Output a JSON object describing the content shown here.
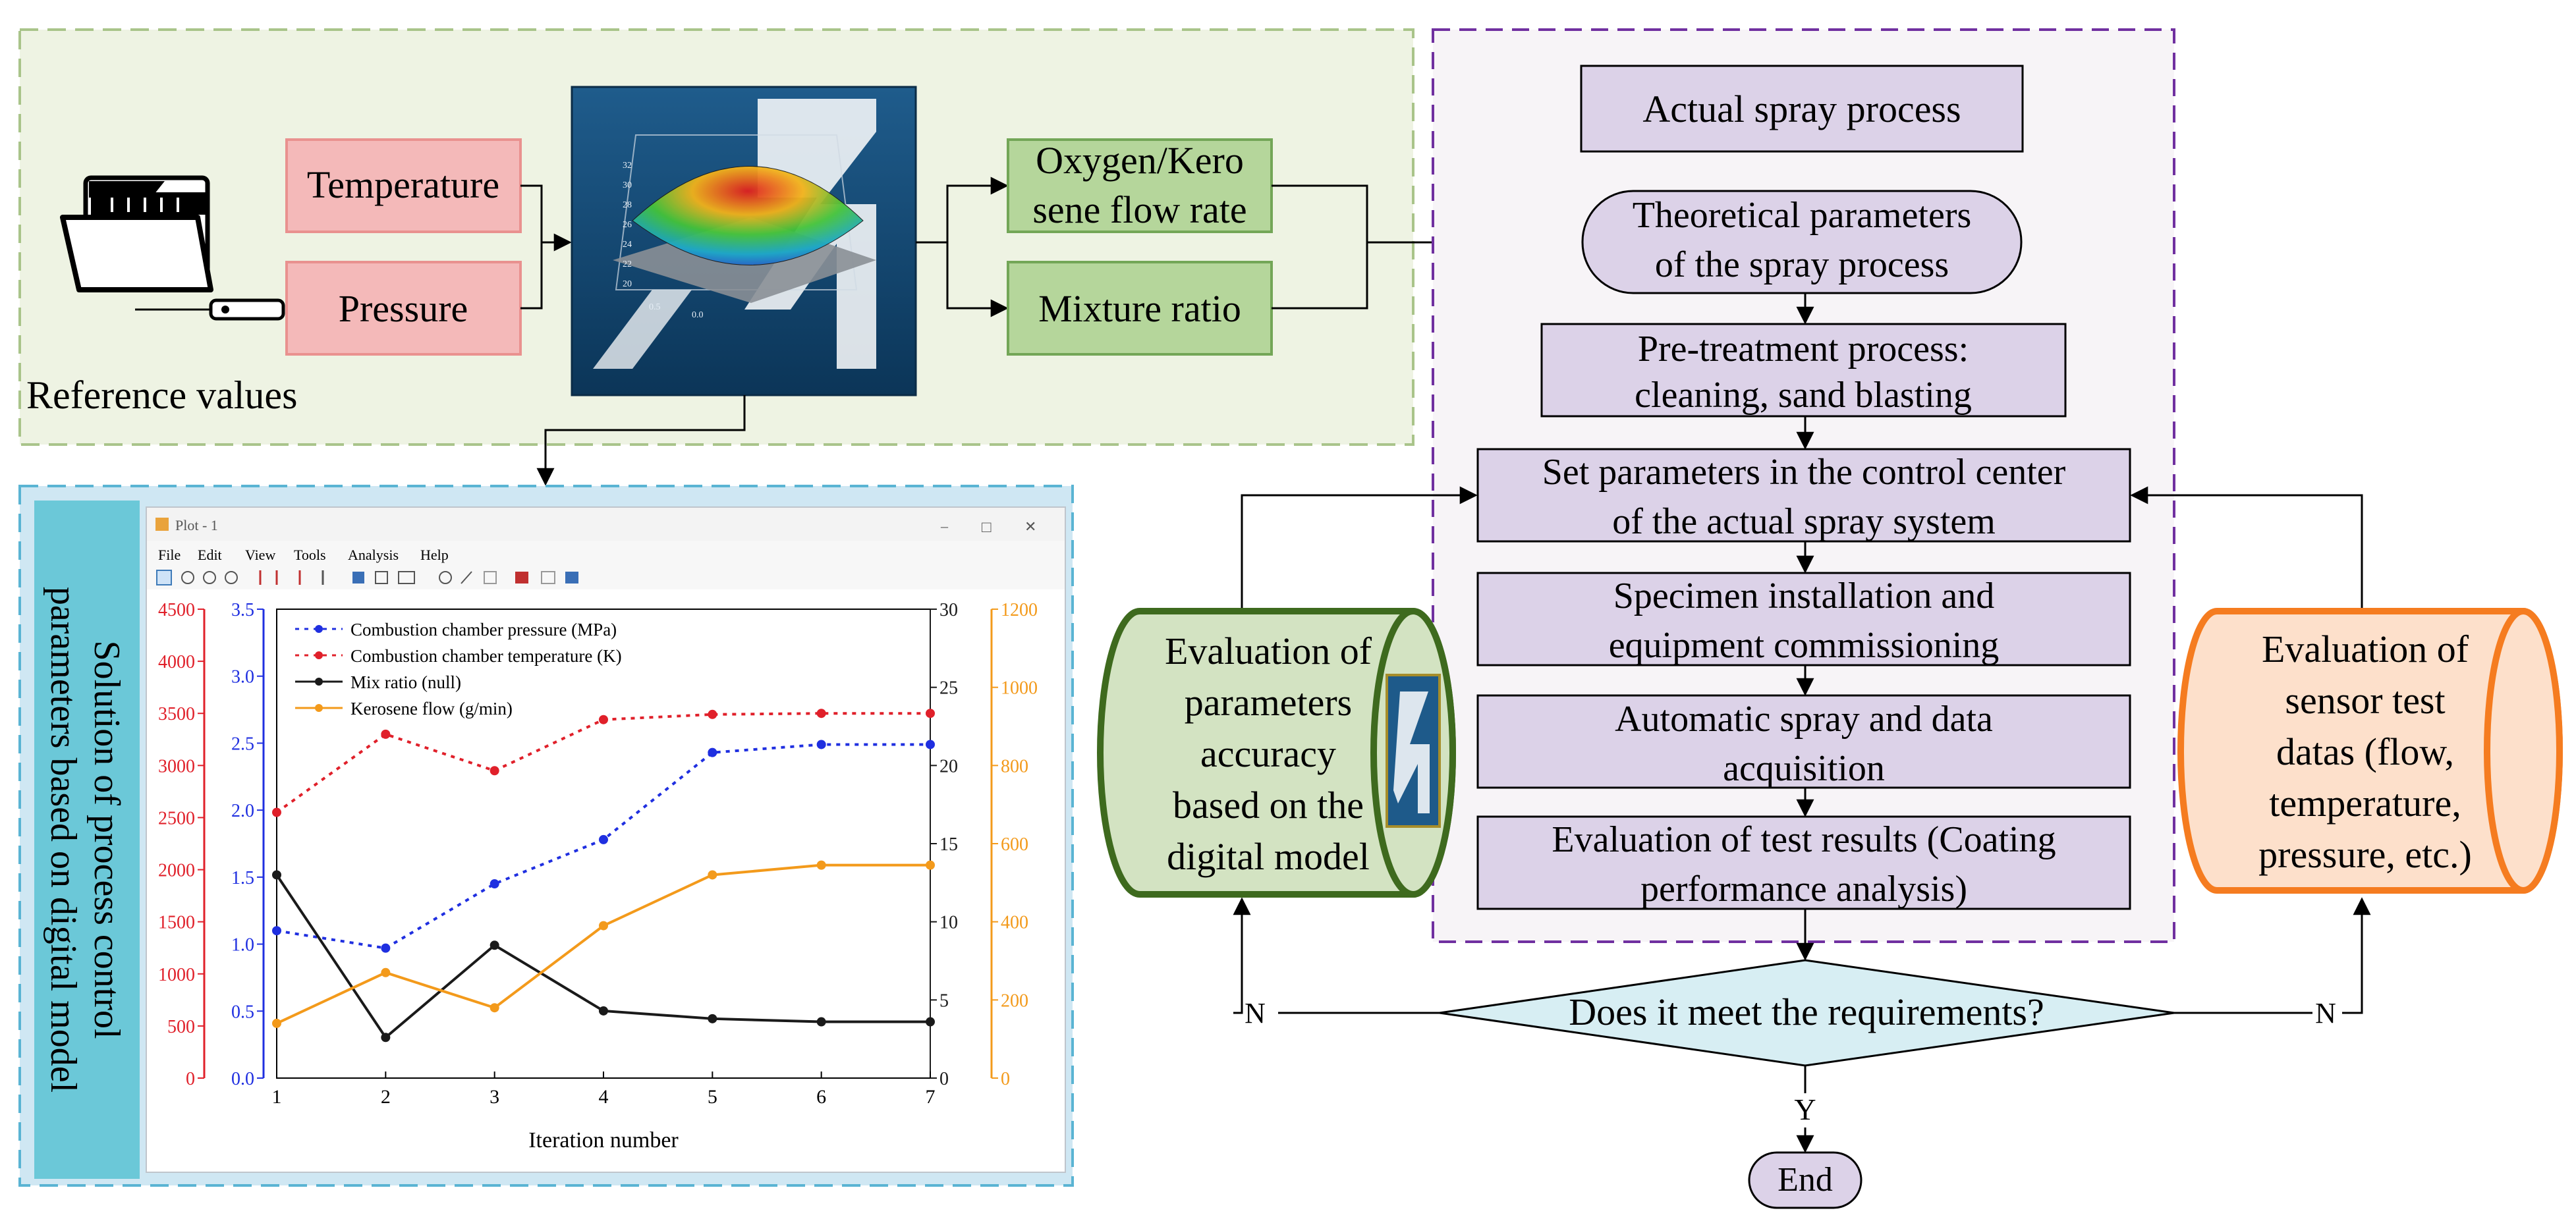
{
  "colors": {
    "ref_panel_bg": "#eef3e3",
    "ref_panel_border": "#a9c48a",
    "pink_fill": "#f4b9b9",
    "pink_border": "#e9918f",
    "green_fill": "#b5d69b",
    "green_border": "#73a657",
    "lavender_fill": "#dcd2e8",
    "purple_dash": "#7030a0",
    "cyan_fill": "#cfe7f3",
    "cyan_border": "#5ab4d3",
    "sidebar_teal": "#6bc8d8",
    "eval_left_fill": "#d3e3c2",
    "eval_left_border": "#3e6a1e",
    "eval_right_fill": "#fde0cb",
    "eval_right_border": "#f57c20",
    "diamond_fill": "#d7eef3",
    "series_blue": "#1f2fe0",
    "series_red": "#e0202a",
    "series_black": "#1a1a1a",
    "series_orange": "#f39a1b"
  },
  "icons": {
    "folder": "folder-icon",
    "sensor": "sensor-probe-icon",
    "model_surface": "3d-surface-model-icon",
    "model_logo": "model-logo-icon"
  },
  "reference": {
    "label": "Reference values",
    "inputs": [
      "Temperature",
      "Pressure"
    ],
    "outputs": [
      [
        "Oxygen/Kero",
        "sene flow rate"
      ],
      [
        "Mixture ratio"
      ]
    ]
  },
  "solution_panel": {
    "sidebar_lines": [
      "Solution of process control",
      "parameters based on digital model"
    ]
  },
  "plot_window": {
    "title": "Plot - 1",
    "window_controls": [
      "–",
      "□",
      "✕"
    ],
    "menu": [
      "File",
      "Edit",
      "View",
      "Tools",
      "Analysis",
      "Help"
    ]
  },
  "chart_data": {
    "type": "line",
    "xlabel": "Iteration number",
    "x": [
      1,
      2,
      3,
      4,
      5,
      6,
      7
    ],
    "axes": {
      "pressure": {
        "ticks": [
          "0.0",
          "0.5",
          "1.0",
          "1.5",
          "2.0",
          "2.5",
          "3.0",
          "3.5"
        ],
        "range": [
          0,
          3.5
        ]
      },
      "temperature": {
        "ticks": [
          "0",
          "500",
          "1000",
          "1500",
          "2000",
          "2500",
          "3000",
          "3500",
          "4000",
          "4500"
        ],
        "range": [
          0,
          4500
        ]
      },
      "mix": {
        "ticks": [
          "0",
          "5",
          "10",
          "15",
          "20",
          "25",
          "30"
        ],
        "range": [
          0,
          30
        ]
      },
      "kerosene": {
        "ticks": [
          "0",
          "200",
          "400",
          "600",
          "800",
          "1000",
          "1200"
        ],
        "range": [
          0,
          1200
        ]
      }
    },
    "series": [
      {
        "name": "Combustion chamber pressure (MPa)",
        "axis": "pressure",
        "values": [
          1.1,
          0.97,
          1.45,
          1.78,
          2.43,
          2.49,
          2.49
        ]
      },
      {
        "name": "Combustion chamber temperature (K)",
        "axis": "temperature",
        "values": [
          2550,
          3300,
          2950,
          3440,
          3490,
          3500,
          3500
        ]
      },
      {
        "name": "Mix ratio (null)",
        "axis": "mix",
        "values": [
          13,
          2.6,
          8.5,
          4.3,
          3.8,
          3.6,
          3.6
        ]
      },
      {
        "name": "Kerosene flow (g/min)",
        "axis": "kerosene",
        "values": [
          140,
          270,
          180,
          390,
          520,
          545,
          545
        ]
      }
    ]
  },
  "process": {
    "actual": "Actual spray process",
    "theoretical": [
      "Theoretical parameters",
      "of the spray process"
    ],
    "pretreatment": [
      "Pre-treatment process:",
      "cleaning, sand blasting"
    ],
    "set_params": [
      "Set parameters in the control center",
      "of the actual spray system"
    ],
    "specimen": [
      "Specimen installation and",
      "equipment commissioning"
    ],
    "automatic": [
      "Automatic spray and data",
      "acquisition"
    ],
    "evaluation_results": [
      "Evaluation of test results (Coating",
      "performance analysis)"
    ],
    "decision": "Does it meet the requirements?",
    "no_left": "N",
    "no_right": "N",
    "yes": "Y",
    "end": "End"
  },
  "eval_left": [
    "Evaluation of",
    "parameters",
    "accuracy",
    "based on the",
    "digital model"
  ],
  "eval_right": [
    "Evaluation of",
    "sensor test",
    "datas (flow,",
    "temperature,",
    "pressure, etc.)"
  ]
}
